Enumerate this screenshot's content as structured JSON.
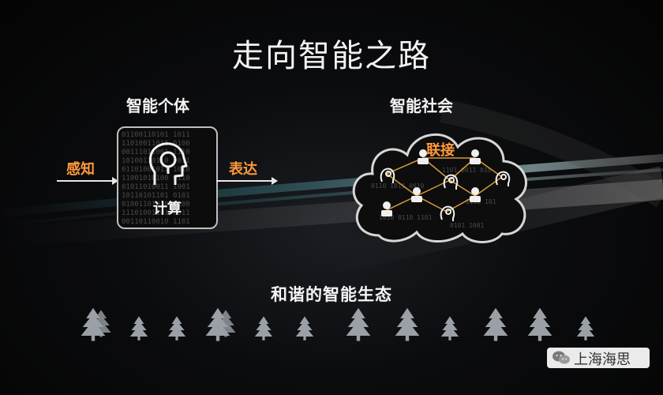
{
  "slide": {
    "title": "走向智能之路",
    "individual": {
      "heading": "智能个体",
      "input_label": "感知",
      "process_label": "计算",
      "output_label": "表达"
    },
    "society": {
      "heading": "智能社会",
      "connect_label": "联接"
    },
    "ecosystem_label": "和谐的智能生态",
    "watermark": "上海海思",
    "colors": {
      "accent": "#ff9a3c",
      "background": "#050505",
      "text": "#f2f2f2",
      "tree": "#9aa0a6"
    }
  }
}
